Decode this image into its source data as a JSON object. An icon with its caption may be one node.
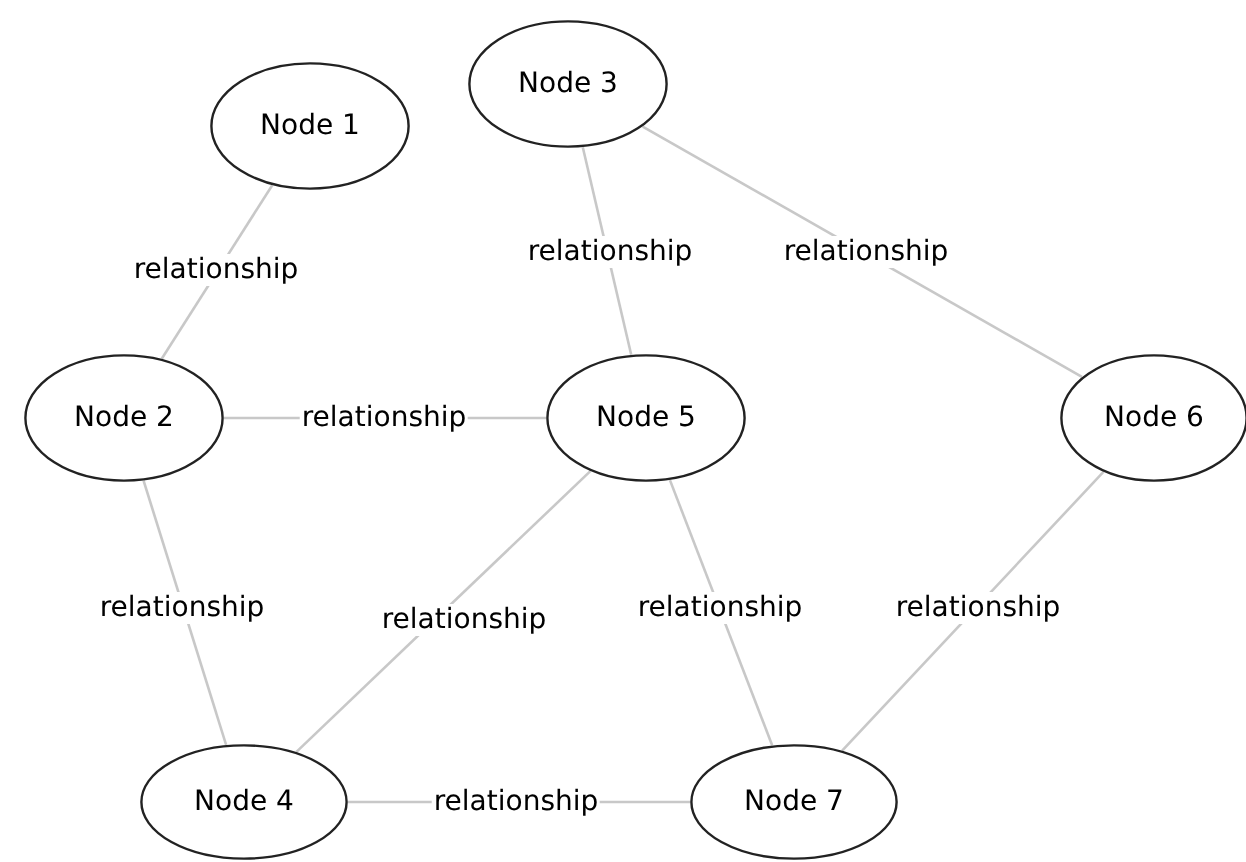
{
  "diagram": {
    "nodes": [
      {
        "text": [
          "Node 1"
        ]
      },
      {
        "text": [
          "Node 2"
        ]
      },
      {
        "text": [
          "Node 3"
        ]
      },
      {
        "text": [
          "Node 4"
        ]
      },
      {
        "text": [
          "Node 5"
        ]
      },
      {
        "text": [
          "Node 6"
        ]
      },
      {
        "text": [
          "Node 7"
        ]
      }
    ],
    "edges": [
      {
        "from": 0,
        "to": 1,
        "arrow": "none",
        "label": "relationship"
      },
      {
        "from": 1,
        "to": 4,
        "arrow": "none",
        "label": "relationship"
      },
      {
        "from": 2,
        "to": 4,
        "arrow": "none",
        "label": "relationship"
      },
      {
        "from": 2,
        "to": 5,
        "arrow": "none",
        "label": "relationship"
      },
      {
        "from": 1,
        "to": 3,
        "arrow": "none",
        "label": "relationship"
      },
      {
        "from": 4,
        "to": 3,
        "arrow": "none",
        "label": "relationship"
      },
      {
        "from": 4,
        "to": 6,
        "arrow": "none",
        "label": "relationship"
      },
      {
        "from": 5,
        "to": 6,
        "arrow": "none",
        "label": "relationship"
      },
      {
        "from": 3,
        "to": 6,
        "arrow": "none",
        "label": "relationship"
      }
    ]
  }
}
